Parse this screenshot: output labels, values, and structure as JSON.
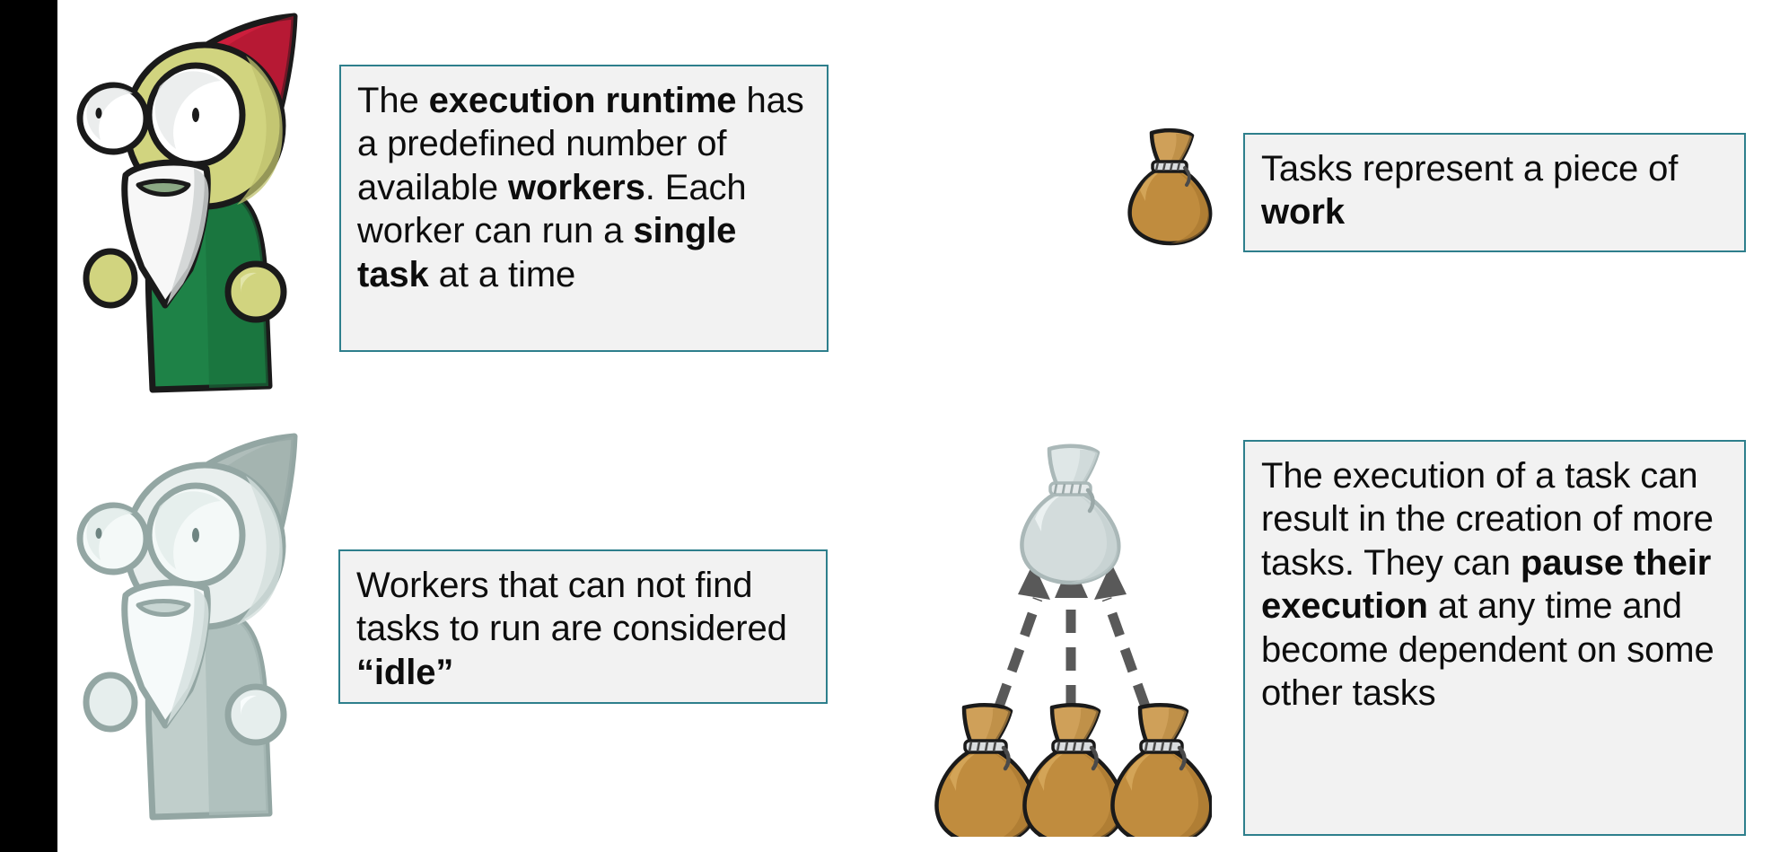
{
  "slide": {
    "background_color": "#FFFFFF",
    "left_band_color": "#000000",
    "callout_fill": "#F2F2F2",
    "callout_border": "#2E7F8C",
    "text_color": "#0D0D0D"
  },
  "callouts": {
    "runtime": {
      "parts": [
        {
          "text": "The ",
          "bold": false
        },
        {
          "text": "execution runtime",
          "bold": true
        },
        {
          "text": " has a predefined number of available ",
          "bold": false
        },
        {
          "text": "workers",
          "bold": true
        },
        {
          "text": ". Each worker can run a ",
          "bold": false
        },
        {
          "text": "single task",
          "bold": true
        },
        {
          "text": " at a time",
          "bold": false
        }
      ],
      "plain": "The execution runtime has a predefined number of available workers. Each worker can run a single task at a time"
    },
    "work": {
      "parts": [
        {
          "text": "Tasks represent a piece of ",
          "bold": false
        },
        {
          "text": "work",
          "bold": true
        }
      ],
      "plain": "Tasks represent a piece of work"
    },
    "idle": {
      "parts": [
        {
          "text": "Workers that can not find tasks to run are considered ",
          "bold": false
        },
        {
          "text": "“idle”",
          "bold": true
        }
      ],
      "plain": "Workers that can not find tasks to run are considered “idle”"
    },
    "subtask": {
      "parts": [
        {
          "text": "The execution of a task can result in the creation of more tasks. They can ",
          "bold": false
        },
        {
          "text": "pause their execution",
          "bold": true
        },
        {
          "text": " at any time and become dependent on some other tasks",
          "bold": false
        }
      ],
      "plain": "The execution of a task can result in the creation of more tasks. They can pause their execution at any time and become dependent on some other tasks"
    }
  },
  "figures": {
    "gnome_active": {
      "name": "worker-gnome-active",
      "hat_color": "#CC1E3C",
      "skin_color": "#D1D47F",
      "robe_color": "#1E8247",
      "beard_color": "#F2F2F2",
      "outline_color": "#1A1A1A"
    },
    "gnome_idle": {
      "name": "worker-gnome-idle",
      "hat_color": "#AFBDBA",
      "skin_color": "#E9EFEE",
      "robe_color": "#B9C7C4",
      "beard_color": "#F4F8F7",
      "outline_color": "#8FA3A0"
    },
    "sack_task": {
      "name": "task-sack",
      "body_color": "#C08C3E",
      "highlight_color": "#D9A455",
      "rope_color": "#D9DCDE",
      "outline_color": "#1A1A1A"
    },
    "sack_parent": {
      "name": "parent-task-sack",
      "body_color": "#D3DCDC",
      "highlight_color": "#E8EFEF",
      "rope_color": "#E4E9EA",
      "outline_color": "#AAB8B8"
    },
    "arrows": {
      "name": "dependency-arrows",
      "count": 3,
      "style": "dashed",
      "color": "#595959",
      "direction": "upward"
    }
  }
}
